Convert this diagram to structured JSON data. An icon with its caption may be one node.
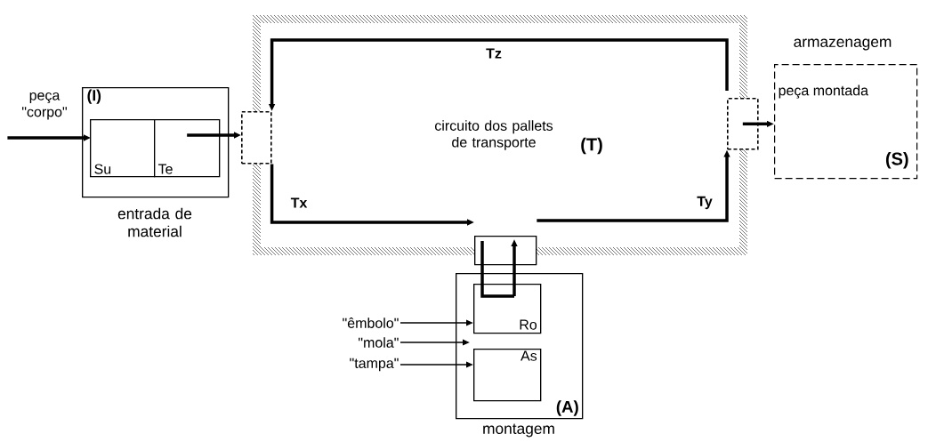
{
  "diagram": {
    "nodes": [
      {
        "text": [
          "(I)"
        ],
        "beside": [
          "entrada de material"
        ]
      },
      {
        "text": [
          "Su"
        ],
        "in": 0
      },
      {
        "text": [
          "Te"
        ],
        "in": 0
      },
      {
        "text": [
          "circuito dos pallets de transporte",
          "(T)"
        ]
      },
      {
        "text": [],
        "shape": "box"
      },
      {
        "text": [],
        "shape": "box"
      },
      {
        "text": [],
        "shape": "box"
      },
      {
        "text": [
          "(A)"
        ],
        "beside": [
          "montagem"
        ]
      },
      {
        "text": [
          "Ro"
        ],
        "in": 7
      },
      {
        "text": [
          "As"
        ],
        "in": 7
      },
      {
        "text": [
          "peça montada",
          "(S)"
        ],
        "beside": [
          "armazenagem"
        ]
      },
      {
        "text": [
          "peça \"corpo\""
        ]
      },
      {
        "text": [
          "\"êmbolo\""
        ]
      },
      {
        "text": [
          "\"mola\""
        ]
      },
      {
        "text": [
          "\"tampa\""
        ]
      }
    ],
    "edges": [
      {
        "from": 11,
        "to": 0,
        "arrow": "to"
      },
      {
        "from": 2,
        "to": 4,
        "arrow": "to"
      },
      {
        "from": 5,
        "to": 4,
        "arrow": "to",
        "label": "Tz"
      },
      {
        "from": 4,
        "to": 6,
        "arrow": "to",
        "label": "Tx"
      },
      {
        "from": 6,
        "to": 5,
        "arrow": "to",
        "label": "Ty"
      },
      {
        "from": 6,
        "to": 8,
        "arrow": "none"
      },
      {
        "from": 8,
        "to": 6,
        "arrow": "to"
      },
      {
        "from": 5,
        "to": 10,
        "arrow": "to"
      },
      {
        "from": 12,
        "to": 8,
        "arrow": "to"
      },
      {
        "from": 13,
        "to": 7,
        "arrow": "to"
      },
      {
        "from": 14,
        "to": 9,
        "arrow": "to"
      }
    ]
  }
}
